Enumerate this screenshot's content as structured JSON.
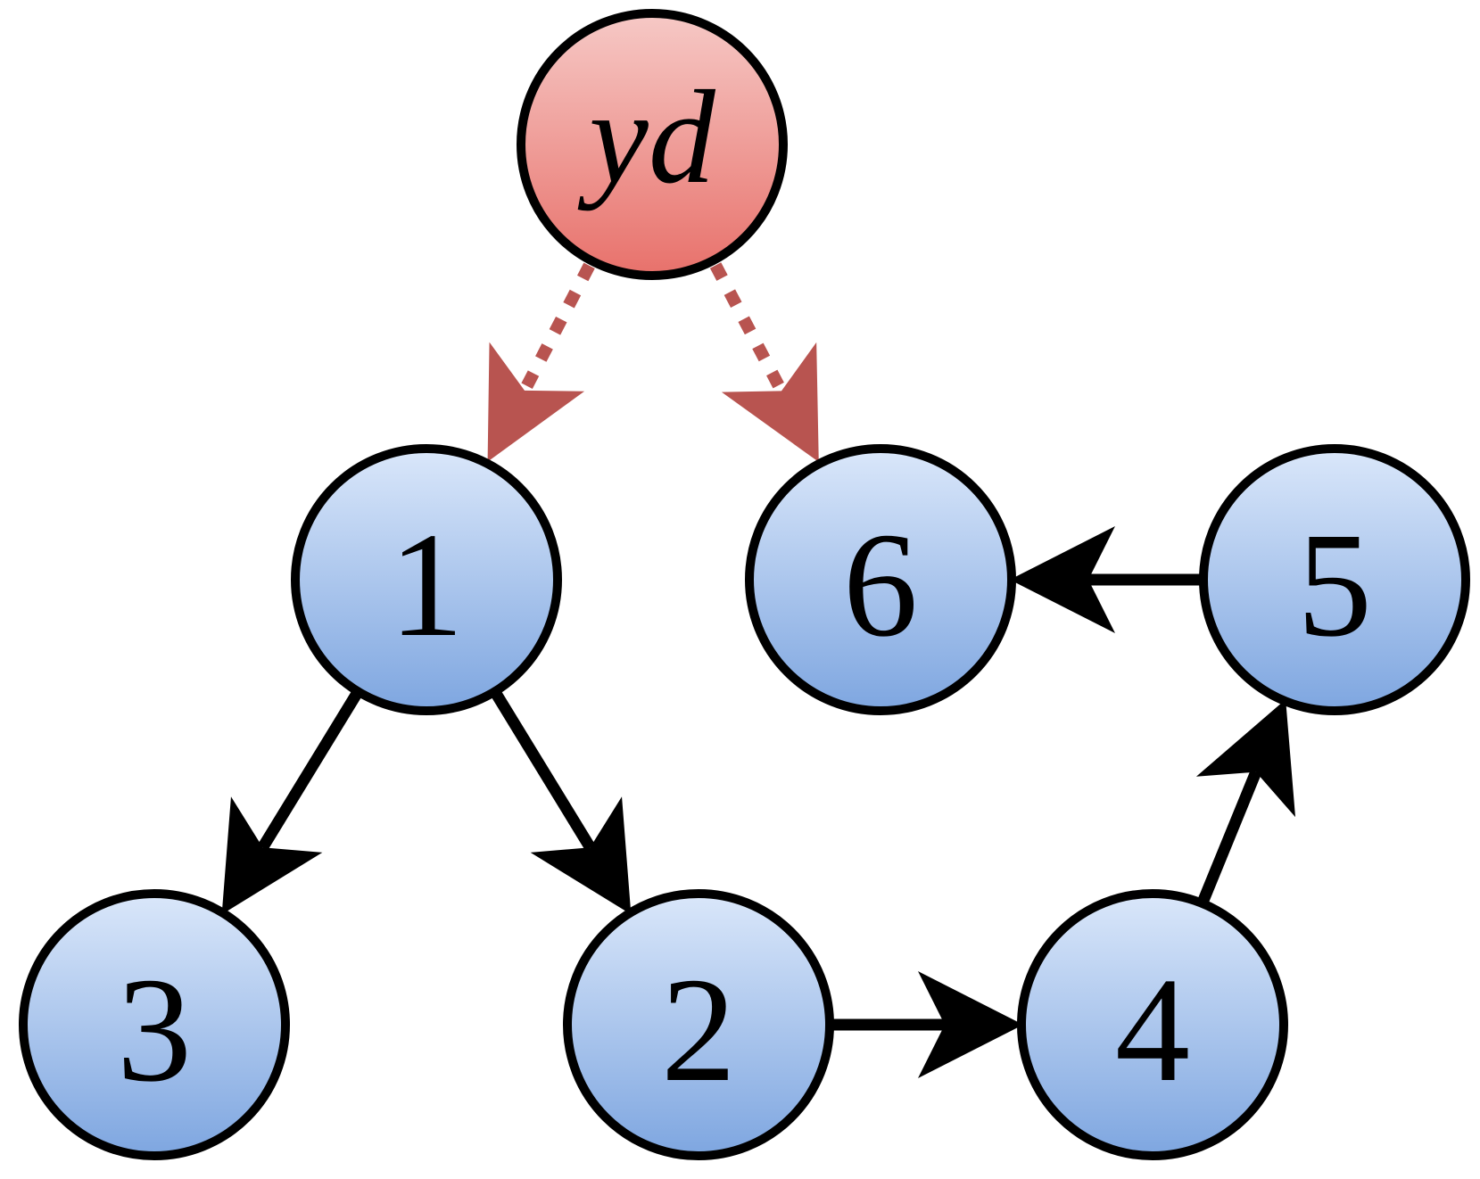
{
  "nodes": [
    {
      "id": "yd",
      "label": "yd",
      "kind": "leader"
    },
    {
      "id": "1",
      "label": "1",
      "kind": "follower"
    },
    {
      "id": "6",
      "label": "6",
      "kind": "follower"
    },
    {
      "id": "5",
      "label": "5",
      "kind": "follower"
    },
    {
      "id": "3",
      "label": "3",
      "kind": "follower"
    },
    {
      "id": "2",
      "label": "2",
      "kind": "follower"
    },
    {
      "id": "4",
      "label": "4",
      "kind": "follower"
    }
  ],
  "edges": [
    {
      "from": "yd",
      "to": "1",
      "style": "dotted"
    },
    {
      "from": "yd",
      "to": "6",
      "style": "dotted"
    },
    {
      "from": "1",
      "to": "3",
      "style": "solid"
    },
    {
      "from": "1",
      "to": "2",
      "style": "solid"
    },
    {
      "from": "2",
      "to": "4",
      "style": "solid"
    },
    {
      "from": "4",
      "to": "5",
      "style": "solid"
    },
    {
      "from": "5",
      "to": "6",
      "style": "solid"
    }
  ],
  "colors": {
    "leader_top": "#f6c9c6",
    "leader_bottom": "#e8716b",
    "follower_top": "#dae7fa",
    "follower_bottom": "#7ea6e0",
    "outline": "#000000",
    "dotted_edge": "#b85450",
    "solid_edge": "#000000"
  }
}
